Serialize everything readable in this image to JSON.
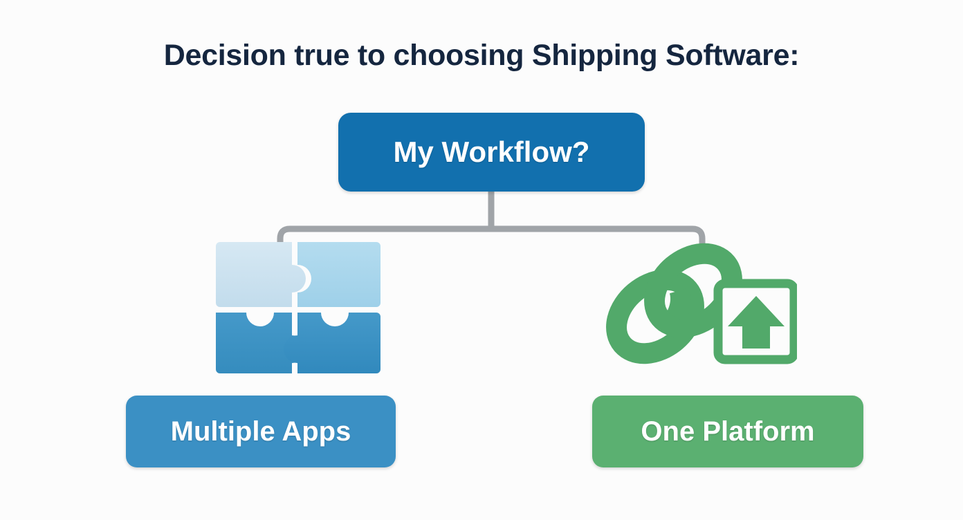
{
  "page": {
    "background_color": "#fcfcfc",
    "title": "Decision true to choosing Shipping Software:",
    "title_color": "#15263f"
  },
  "diagram": {
    "type": "decision-tree",
    "root": {
      "label": "My Workflow?",
      "color": "#1270ae",
      "text_color": "#ffffff"
    },
    "connector": {
      "color": "#a0a4a8",
      "style": "elbow"
    },
    "branches": [
      {
        "id": "left",
        "label": "Multiple Apps",
        "color": "#3b90c4",
        "text_color": "#ffffff",
        "icon": "puzzle-pieces-icon",
        "icon_colors": {
          "top_left": "#c8e0ee",
          "top_right": "#a7d5ec",
          "bottom_left": "#3d93c4",
          "bottom_right": "#3d93c4"
        }
      },
      {
        "id": "right",
        "label": "One Platform",
        "color": "#5bb071",
        "text_color": "#ffffff",
        "icon": "link-upload-icon",
        "icon_colors": {
          "primary": "#52a96a"
        }
      }
    ]
  }
}
